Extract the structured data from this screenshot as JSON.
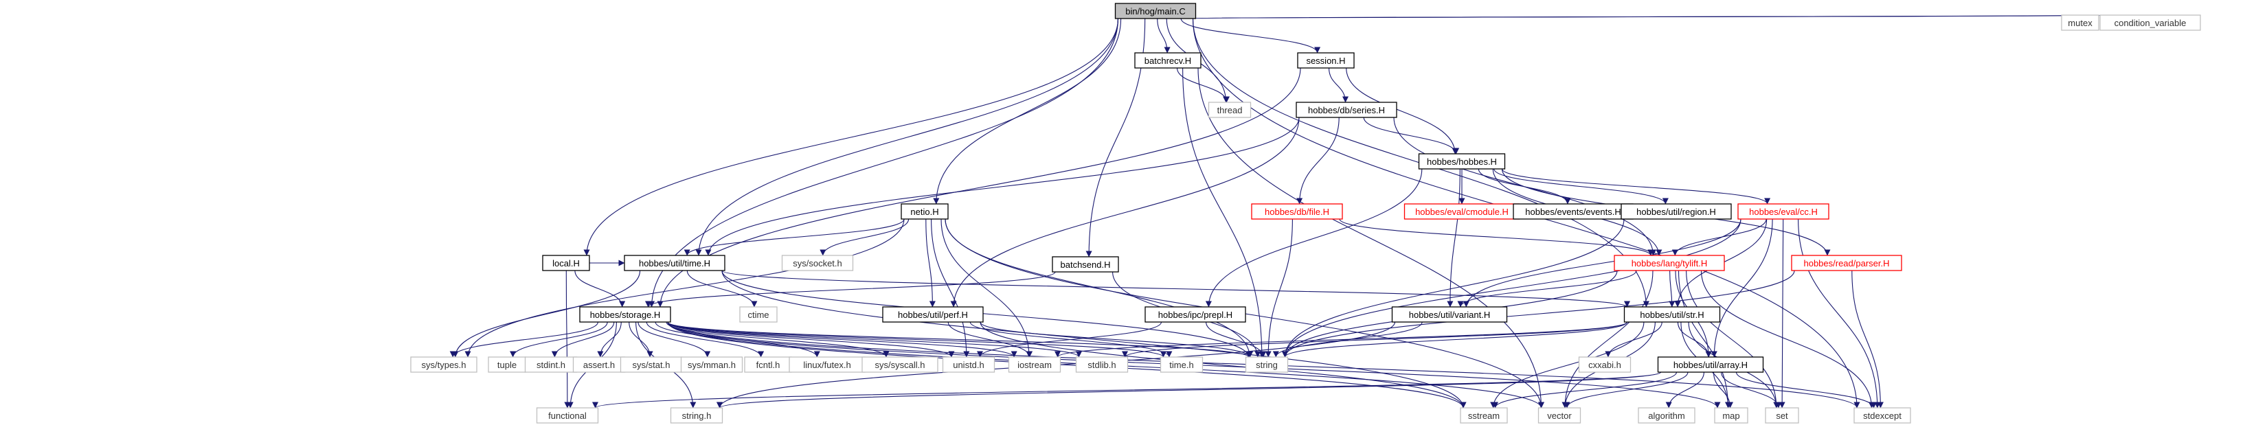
{
  "graph": {
    "colors": {
      "edge": "#191970",
      "root_fill": "#bfbfbf",
      "documented_border": "#000000",
      "undocumented_border": "#bfbfbf",
      "truncated_border": "#ff0000",
      "truncated_text": "#ff0000",
      "node_text": "#000000",
      "system_text": "#333333"
    },
    "nodes": [
      {
        "id": "main",
        "label": "bin/hog/main.C",
        "style": "root"
      },
      {
        "id": "batchrecv",
        "label": "batchrecv.H",
        "style": "documented"
      },
      {
        "id": "thread",
        "label": "thread",
        "style": "system"
      },
      {
        "id": "session",
        "label": "session.H",
        "style": "documented"
      },
      {
        "id": "mutex",
        "label": "mutex",
        "style": "system"
      },
      {
        "id": "condvar",
        "label": "condition_variable",
        "style": "system"
      },
      {
        "id": "dbseries",
        "label": "hobbes/db/series.H",
        "style": "documented"
      },
      {
        "id": "hobbes",
        "label": "hobbes/hobbes.H",
        "style": "documented"
      },
      {
        "id": "cmodule",
        "label": "hobbes/eval/cmodule.H",
        "style": "truncated"
      },
      {
        "id": "events",
        "label": "hobbes/events/events.H",
        "style": "documented"
      },
      {
        "id": "region",
        "label": "hobbes/util/region.H",
        "style": "documented"
      },
      {
        "id": "cc",
        "label": "hobbes/eval/cc.H",
        "style": "truncated"
      },
      {
        "id": "dbfile",
        "label": "hobbes/db/file.H",
        "style": "truncated"
      },
      {
        "id": "netio",
        "label": "netio.H",
        "style": "documented"
      },
      {
        "id": "batchsend",
        "label": "batchsend.H",
        "style": "documented"
      },
      {
        "id": "local",
        "label": "local.H",
        "style": "documented"
      },
      {
        "id": "time",
        "label": "hobbes/util/time.H",
        "style": "documented"
      },
      {
        "id": "syssocket",
        "label": "sys/socket.h",
        "style": "system"
      },
      {
        "id": "ctime",
        "label": "ctime",
        "style": "system"
      },
      {
        "id": "tylift",
        "label": "hobbes/lang/tylift.H",
        "style": "truncated"
      },
      {
        "id": "parser",
        "label": "hobbes/read/parser.H",
        "style": "truncated"
      },
      {
        "id": "storage",
        "label": "hobbes/storage.H",
        "style": "documented"
      },
      {
        "id": "perf",
        "label": "hobbes/util/perf.H",
        "style": "documented"
      },
      {
        "id": "prepl",
        "label": "hobbes/ipc/prepl.H",
        "style": "documented"
      },
      {
        "id": "variant",
        "label": "hobbes/util/variant.H",
        "style": "documented"
      },
      {
        "id": "str",
        "label": "hobbes/util/str.H",
        "style": "documented"
      },
      {
        "id": "systypes",
        "label": "sys/types.h",
        "style": "system"
      },
      {
        "id": "tuple",
        "label": "tuple",
        "style": "system"
      },
      {
        "id": "stdint",
        "label": "stdint.h",
        "style": "system"
      },
      {
        "id": "assert",
        "label": "assert.h",
        "style": "system"
      },
      {
        "id": "sysstat",
        "label": "sys/stat.h",
        "style": "system"
      },
      {
        "id": "sysmman",
        "label": "sys/mman.h",
        "style": "system"
      },
      {
        "id": "fcntl",
        "label": "fcntl.h",
        "style": "system"
      },
      {
        "id": "futex",
        "label": "linux/futex.h",
        "style": "system"
      },
      {
        "id": "syscall",
        "label": "sys/syscall.h",
        "style": "system"
      },
      {
        "id": "unistd",
        "label": "unistd.h",
        "style": "system"
      },
      {
        "id": "iostream",
        "label": "iostream",
        "style": "system"
      },
      {
        "id": "stdlib",
        "label": "stdlib.h",
        "style": "system"
      },
      {
        "id": "timeh",
        "label": "time.h",
        "style": "system"
      },
      {
        "id": "string",
        "label": "string",
        "style": "system"
      },
      {
        "id": "cxxabi",
        "label": "cxxabi.h",
        "style": "system"
      },
      {
        "id": "array",
        "label": "hobbes/util/array.H",
        "style": "documented"
      },
      {
        "id": "functional",
        "label": "functional",
        "style": "system"
      },
      {
        "id": "stringh",
        "label": "string.h",
        "style": "system"
      },
      {
        "id": "sstream",
        "label": "sstream",
        "style": "system"
      },
      {
        "id": "vector",
        "label": "vector",
        "style": "system"
      },
      {
        "id": "algorithm",
        "label": "algorithm",
        "style": "system"
      },
      {
        "id": "map",
        "label": "map",
        "style": "system"
      },
      {
        "id": "set",
        "label": "set",
        "style": "system"
      },
      {
        "id": "stdexcept",
        "label": "stdexcept",
        "style": "system"
      }
    ],
    "edges": [
      [
        "main",
        "batchrecv"
      ],
      [
        "main",
        "thread"
      ],
      [
        "main",
        "session"
      ],
      [
        "main",
        "mutex"
      ],
      [
        "main",
        "condvar"
      ],
      [
        "main",
        "netio"
      ],
      [
        "main",
        "batchsend"
      ],
      [
        "main",
        "local"
      ],
      [
        "main",
        "time"
      ],
      [
        "main",
        "storage"
      ],
      [
        "main",
        "str"
      ],
      [
        "main",
        "stdexcept"
      ],
      [
        "batchrecv",
        "thread"
      ],
      [
        "batchrecv",
        "string"
      ],
      [
        "batchrecv",
        "vector"
      ],
      [
        "session",
        "dbseries"
      ],
      [
        "session",
        "hobbes"
      ],
      [
        "session",
        "storage"
      ],
      [
        "dbseries",
        "hobbes"
      ],
      [
        "dbseries",
        "dbfile"
      ],
      [
        "dbseries",
        "tylift"
      ],
      [
        "dbseries",
        "time"
      ],
      [
        "dbseries",
        "perf"
      ],
      [
        "hobbes",
        "cmodule"
      ],
      [
        "hobbes",
        "events"
      ],
      [
        "hobbes",
        "region"
      ],
      [
        "hobbes",
        "cc"
      ],
      [
        "hobbes",
        "parser"
      ],
      [
        "hobbes",
        "variant"
      ],
      [
        "hobbes",
        "prepl"
      ],
      [
        "hobbes",
        "tylift"
      ],
      [
        "region",
        "string"
      ],
      [
        "cc",
        "tylift"
      ],
      [
        "cc",
        "str"
      ],
      [
        "cc",
        "array"
      ],
      [
        "cc",
        "string"
      ],
      [
        "cc",
        "stdexcept"
      ],
      [
        "cc",
        "set"
      ],
      [
        "cc",
        "variant"
      ],
      [
        "dbfile",
        "tylift"
      ],
      [
        "dbfile",
        "string"
      ],
      [
        "netio",
        "time"
      ],
      [
        "netio",
        "syssocket"
      ],
      [
        "netio",
        "perf"
      ],
      [
        "netio",
        "iostream"
      ],
      [
        "netio",
        "string"
      ],
      [
        "netio",
        "unistd"
      ],
      [
        "netio",
        "systypes"
      ],
      [
        "netio",
        "vector"
      ],
      [
        "batchsend",
        "storage"
      ],
      [
        "batchsend",
        "string"
      ],
      [
        "local",
        "storage"
      ],
      [
        "local",
        "functional"
      ],
      [
        "local",
        "time"
      ],
      [
        "time",
        "ctime"
      ],
      [
        "time",
        "str"
      ],
      [
        "time",
        "sstream"
      ],
      [
        "time",
        "string"
      ],
      [
        "time",
        "systypes"
      ],
      [
        "tylift",
        "str"
      ],
      [
        "tylift",
        "variant"
      ],
      [
        "tylift",
        "array"
      ],
      [
        "tylift",
        "vector"
      ],
      [
        "tylift",
        "map"
      ],
      [
        "tylift",
        "set"
      ],
      [
        "tylift",
        "string"
      ],
      [
        "tylift",
        "stdexcept"
      ],
      [
        "parser",
        "string"
      ],
      [
        "parser",
        "stdexcept"
      ],
      [
        "storage",
        "systypes"
      ],
      [
        "storage",
        "tuple"
      ],
      [
        "storage",
        "stdint"
      ],
      [
        "storage",
        "assert"
      ],
      [
        "storage",
        "sysstat"
      ],
      [
        "storage",
        "sysmman"
      ],
      [
        "storage",
        "fcntl"
      ],
      [
        "storage",
        "futex"
      ],
      [
        "storage",
        "syscall"
      ],
      [
        "storage",
        "unistd"
      ],
      [
        "storage",
        "iostream"
      ],
      [
        "storage",
        "stdlib"
      ],
      [
        "storage",
        "timeh"
      ],
      [
        "storage",
        "string"
      ],
      [
        "storage",
        "functional"
      ],
      [
        "storage",
        "stringh"
      ],
      [
        "storage",
        "sstream"
      ],
      [
        "storage",
        "vector"
      ],
      [
        "storage",
        "map"
      ],
      [
        "storage",
        "stdexcept"
      ],
      [
        "perf",
        "iostream"
      ],
      [
        "perf",
        "timeh"
      ],
      [
        "perf",
        "string"
      ],
      [
        "perf",
        "sstream"
      ],
      [
        "prepl",
        "string"
      ],
      [
        "prepl",
        "unistd"
      ],
      [
        "variant",
        "stringh"
      ],
      [
        "variant",
        "string"
      ],
      [
        "str",
        "string"
      ],
      [
        "str",
        "cxxabi"
      ],
      [
        "str",
        "array"
      ],
      [
        "str",
        "sstream"
      ],
      [
        "str",
        "vector"
      ],
      [
        "str",
        "map"
      ],
      [
        "str",
        "set"
      ],
      [
        "str",
        "iostream"
      ],
      [
        "str",
        "stdlib"
      ],
      [
        "array",
        "functional"
      ],
      [
        "array",
        "stringh"
      ],
      [
        "array",
        "sstream"
      ],
      [
        "array",
        "vector"
      ],
      [
        "array",
        "algorithm"
      ],
      [
        "array",
        "map"
      ],
      [
        "array",
        "set"
      ],
      [
        "array",
        "stdexcept"
      ]
    ]
  }
}
